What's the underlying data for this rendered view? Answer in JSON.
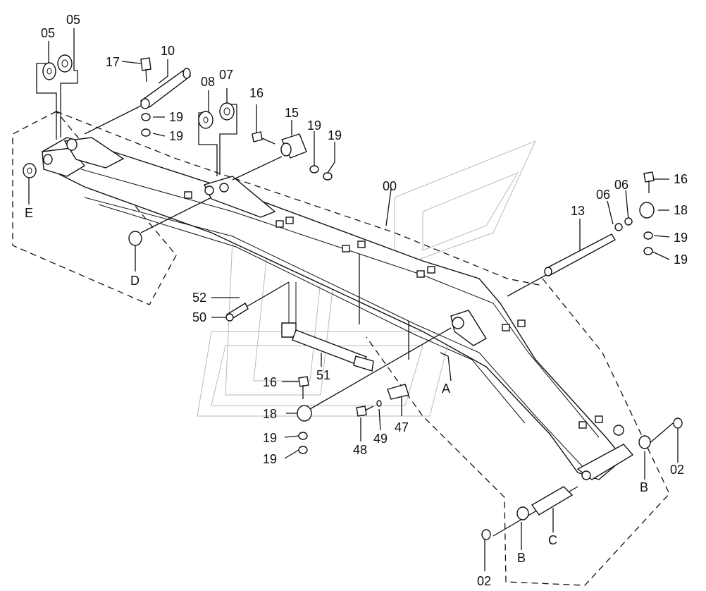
{
  "labels": {
    "p05_left": "05",
    "p05_right": "05",
    "p17": "17",
    "p10": "10",
    "p08": "08",
    "p07": "07",
    "p19_a": "19",
    "p19_b": "19",
    "p16_top": "16",
    "p15": "15",
    "p19_c": "19",
    "p19_d": "19",
    "p00": "00",
    "p16_right": "16",
    "p06_a": "06",
    "p06_b": "06",
    "p18_right": "18",
    "p13": "13",
    "p19_e": "19",
    "p19_f": "19",
    "pE": "E",
    "pD": "D",
    "p52": "52",
    "p50": "50",
    "p51": "51",
    "p16_mid": "16",
    "p18_mid": "18",
    "p19_g": "19",
    "p19_h": "19",
    "p48": "48",
    "p49": "49",
    "p47": "47",
    "pA": "A",
    "pB_right": "B",
    "p02_right": "02",
    "pC": "C",
    "pB_bottom": "B",
    "p02_bottom": "02"
  }
}
